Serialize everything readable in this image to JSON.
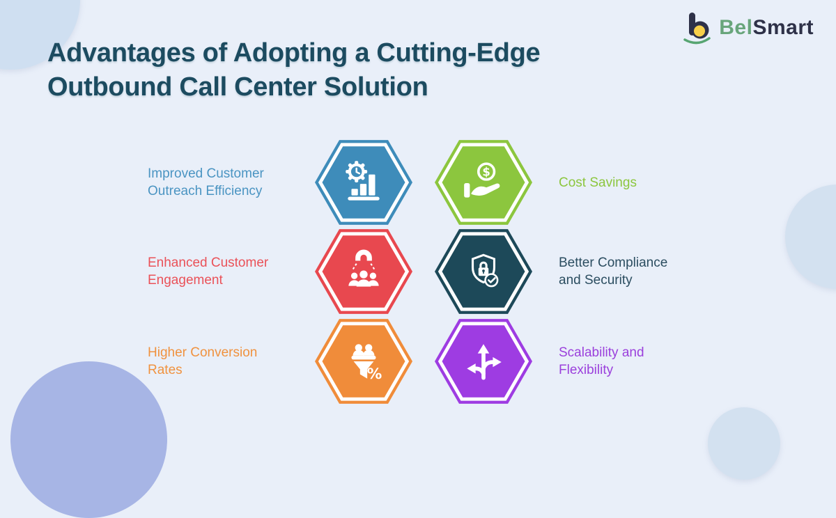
{
  "page": {
    "background": "#e9eff9"
  },
  "decor": {
    "circle_light": "#cfdff1",
    "circle_light2": "#d3e1f0",
    "circle_periwinkle": "#a7b5e5"
  },
  "logo": {
    "brand_first": "Bel",
    "brand_second": "Smart",
    "brand_first_color": "#68a57b",
    "brand_second_color": "#2e3148",
    "mark_navy": "#2e3148",
    "mark_yellow": "#f8d04a",
    "mark_green": "#57a572"
  },
  "title": {
    "line1": "Advantages of Adopting a Cutting-Edge",
    "line2": "Outbound Call Center Solution",
    "color": "#1c4b60"
  },
  "items": [
    {
      "label": "Improved Customer Outreach Efficiency",
      "color": "#3e8cba",
      "label_color": "#4a94c2",
      "icon": "efficiency-gear-chart-icon",
      "side": "left"
    },
    {
      "label": "Cost Savings",
      "color": "#8cc63e",
      "label_color": "#8cc63e",
      "icon": "hand-dollar-coin-icon",
      "side": "right"
    },
    {
      "label": "Enhanced Customer Engagement",
      "color": "#e8484f",
      "label_color": "#ea5158",
      "icon": "magnet-people-icon",
      "side": "left"
    },
    {
      "label": "Better Compliance and Security",
      "color": "#1d4959",
      "label_color": "#2b4d60",
      "icon": "shield-lock-check-icon",
      "side": "right"
    },
    {
      "label": "Higher Conversion Rates",
      "color": "#f08c3a",
      "label_color": "#f0923f",
      "icon": "funnel-percent-icon",
      "side": "left"
    },
    {
      "label": "Scalability and Flexibility",
      "color": "#9e3ce2",
      "label_color": "#9b40dc",
      "icon": "branching-arrows-icon",
      "side": "right"
    }
  ]
}
